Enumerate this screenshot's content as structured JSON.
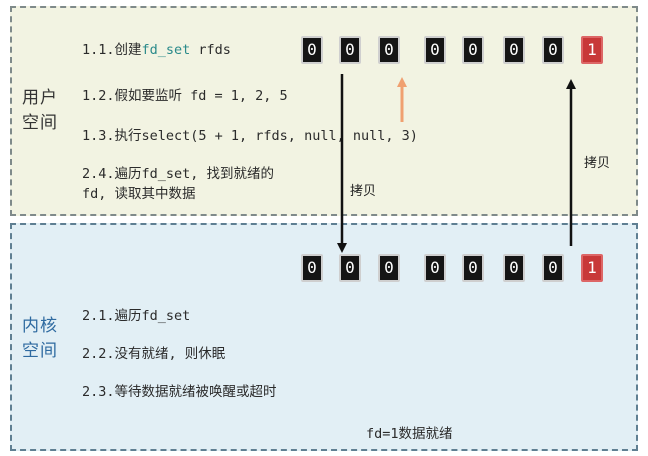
{
  "user_space": {
    "label_line1": "用户",
    "label_line2": "空间",
    "step_1_1_prefix": "1.1.创建",
    "step_1_1_code": "fd_set",
    "step_1_1_suffix": " rfds",
    "step_1_2": "1.2.假如要监听 fd = 1, 2, 5",
    "step_1_3": "1.3.执行select(5 + 1, rfds, null, null, 3)",
    "step_2_4": "2.4.遍历fd_set, 找到就绪的fd, 读取其中数据",
    "bits": [
      "0",
      "0",
      "0",
      "0",
      "0",
      "0",
      "0",
      "1"
    ]
  },
  "kernel_space": {
    "label_line1": "内核",
    "label_line2": "空间",
    "step_2_1": "2.1.遍历fd_set",
    "step_2_2": "2.2.没有就绪, 则休眠",
    "step_2_3": "2.3.等待数据就绪被唤醒或超时",
    "status": "fd=1数据就绪",
    "bits": [
      "0",
      "0",
      "0",
      "0",
      "0",
      "0",
      "0",
      "1"
    ]
  },
  "copy_down_label": "拷贝",
  "copy_up_label": "拷贝",
  "colors": {
    "bit_cell": "#151515",
    "bit_set": "#c83838",
    "pointer_arrow": "#f0a070",
    "user_bg": "#f2f3e2",
    "kernel_bg": "#e2eff5"
  }
}
